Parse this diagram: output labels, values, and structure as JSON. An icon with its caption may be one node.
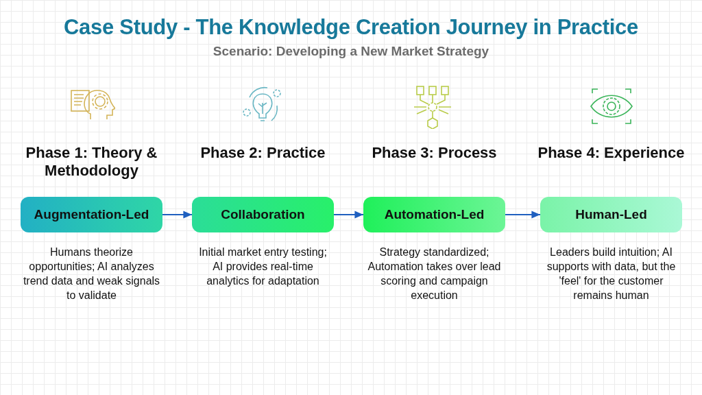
{
  "diagram": {
    "title": "Case Study - The Knowledge Creation Journey in Practice",
    "caption": "Scenario: Developing a New Market Strategy",
    "nodes": [
      {
        "text": [
          "Augmentation-Led"
        ],
        "beside": [
          "Phase 1: Theory & Methodology",
          "Humans theorize opportunities; AI analyzes trend data and weak signals to validate"
        ]
      },
      {
        "text": [
          "Collaboration"
        ],
        "beside": [
          "Phase 2: Practice",
          "Initial market entry testing; AI provides real-time analytics for adaptation"
        ]
      },
      {
        "text": [
          "Automation-Led"
        ],
        "beside": [
          "Phase 3: Process",
          "Strategy standardized; Automation takes over lead scoring and campaign execution"
        ]
      },
      {
        "text": [
          "Human-Led"
        ],
        "beside": [
          "Phase 4: Experience",
          "Leaders build intuition; AI supports with data, but the 'feel' for the customer remains human"
        ]
      }
    ],
    "edges": [
      {
        "from": 0,
        "to": 1,
        "arrow": "to"
      },
      {
        "from": 1,
        "to": 2,
        "arrow": "to"
      },
      {
        "from": 2,
        "to": 3,
        "arrow": "to"
      }
    ]
  }
}
